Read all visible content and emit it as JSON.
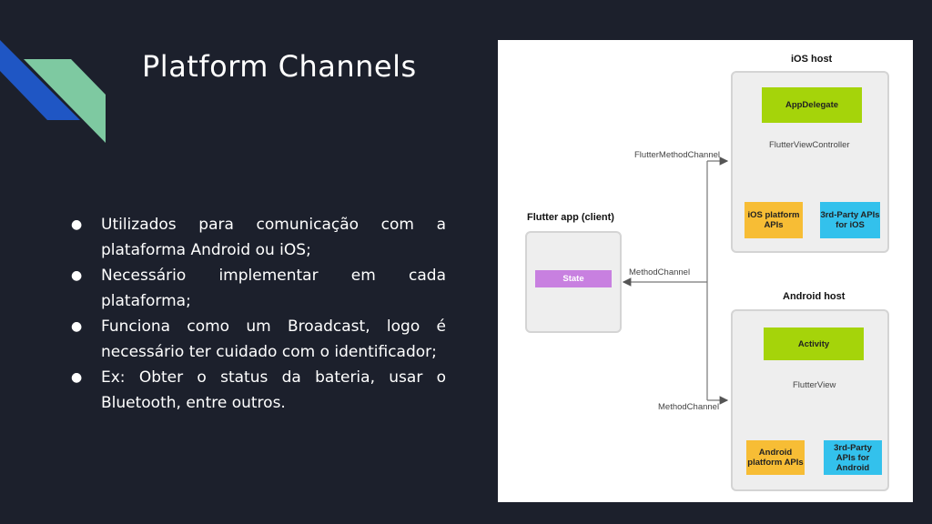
{
  "slide": {
    "title": "Platform Channels",
    "bullets": [
      "Utilizados para comunicação com a plataforma Android ou iOS;",
      "Necessário implementar em cada plataforma;",
      "Funciona como um Broadcast, logo é necessário ter cuidado com o identificador;",
      "Ex: Obter o status da bateria, usar o Bluetooth, entre outros."
    ],
    "bullet_symbol": "●"
  },
  "diagram": {
    "flutter_title": "Flutter app (client)",
    "state_label": "State",
    "ios_title": "iOS host",
    "app_delegate": "AppDelegate",
    "flutter_view_controller": "FlutterViewController",
    "ios_platform_apis": "iOS platform APIs",
    "third_party_ios": "3rd-Party APIs for iOS",
    "android_title": "Android host",
    "activity": "Activity",
    "flutter_view": "FlutterView",
    "android_platform_apis": "Android platform APIs",
    "third_party_android": "3rd-Party APIs for Android",
    "flutter_method_channel": "FlutterMethodChannel",
    "method_channel_left": "MethodChannel",
    "method_channel_bottom": "MethodChannel",
    "colors": {
      "green": "#a5d40a",
      "orange": "#f7bd35",
      "blue": "#33c1ec",
      "purple": "#c880e0"
    }
  }
}
